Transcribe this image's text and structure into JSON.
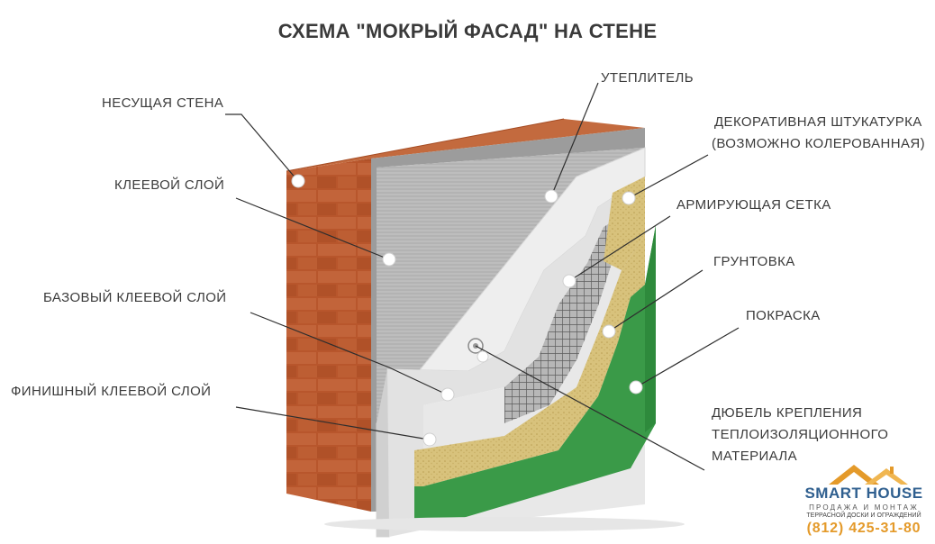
{
  "title": "СХЕМА \"МОКРЫЙ ФАСАД\" НА СТЕНЕ",
  "labels": {
    "bearing_wall": "НЕСУЩАЯ СТЕНА",
    "adhesive_layer": "КЛЕЕВОЙ СЛОЙ",
    "base_adhesive_layer": "БАЗОВЫЙ КЛЕЕВОЙ СЛОЙ",
    "finish_adhesive_layer": "ФИНИШНЫЙ КЛЕЕВОЙ СЛОЙ",
    "insulation": "УТЕПЛИТЕЛЬ",
    "decor_plaster_line1": "ДЕКОРАТИВНАЯ ШТУКАТУРКА",
    "decor_plaster_line2": "(ВОЗМОЖНО КОЛЕРОВАННАЯ)",
    "reinforcing_mesh": "АРМИРУЮЩАЯ СЕТКА",
    "primer": "ГРУНТОВКА",
    "paint": "ПОКРАСКА",
    "dowel_line1": "ДЮБЕЛЬ КРЕПЛЕНИЯ",
    "dowel_line2": "ТЕПЛОИЗОЛЯЦИОННОГО",
    "dowel_line3": "МАТЕРИАЛА"
  },
  "logo": {
    "name": "SMART HOUSE",
    "tagline": "ПРОДАЖА И МОНТАЖ",
    "subline": "ТЕРРАСНОЙ ДОСКИ И ОГРАЖДЕНИЙ",
    "phone": "(812) 425-31-80"
  },
  "colors": {
    "brick": "#b8562c",
    "insulation": "#eeeeee",
    "plaster": "#d9c27a",
    "paint": "#3a9a48",
    "logo_accent": "#e49a2a",
    "logo_text": "#2f5f8f"
  }
}
